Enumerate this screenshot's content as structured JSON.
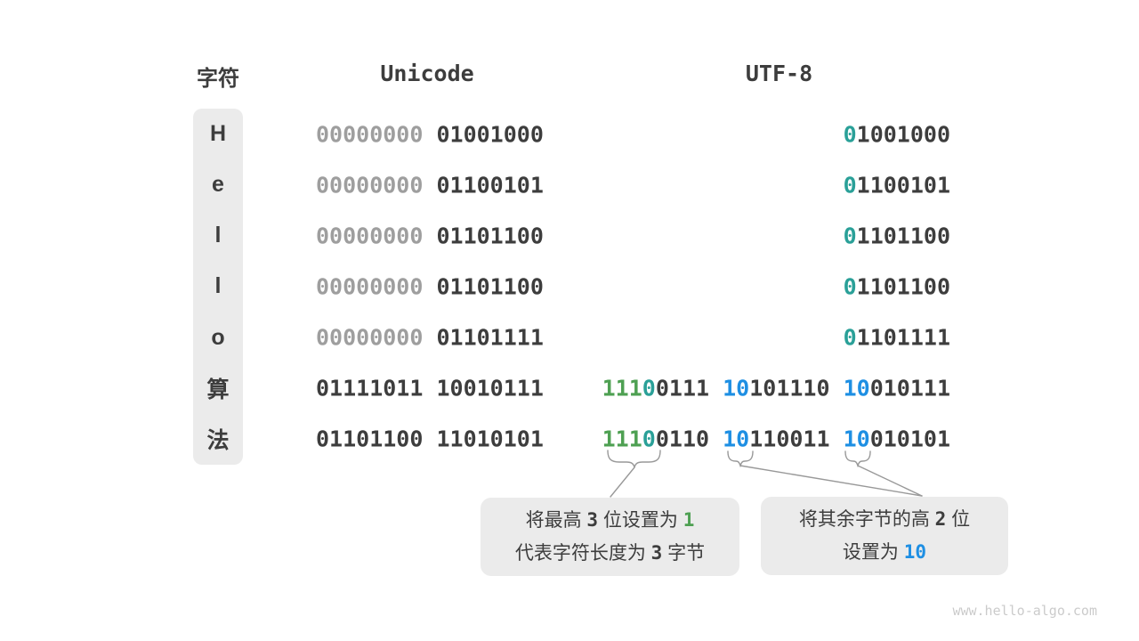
{
  "page": {
    "watermark": "www.hello-algo.com"
  },
  "colors": {
    "dark": "#3d3d3d",
    "gray": "#9e9e9e",
    "green": "#4ea052",
    "teal": "#2aa098",
    "blue": "#1e8fe3",
    "box_bg": "#ebebeb",
    "brace": "#999999"
  },
  "headers": {
    "char": "字符",
    "unicode": "Unicode",
    "utf8": "UTF-8"
  },
  "rows": [
    {
      "char": "H",
      "unicode": [
        {
          "t": "00000000",
          "c": "gray"
        },
        {
          "t": " 01001000"
        }
      ],
      "utf8": [
        {
          "t": "0",
          "c": "teal"
        },
        {
          "t": "1001000"
        }
      ]
    },
    {
      "char": "e",
      "unicode": [
        {
          "t": "00000000",
          "c": "gray"
        },
        {
          "t": " 01100101"
        }
      ],
      "utf8": [
        {
          "t": "0",
          "c": "teal"
        },
        {
          "t": "1100101"
        }
      ]
    },
    {
      "char": "l",
      "unicode": [
        {
          "t": "00000000",
          "c": "gray"
        },
        {
          "t": " 01101100"
        }
      ],
      "utf8": [
        {
          "t": "0",
          "c": "teal"
        },
        {
          "t": "1101100"
        }
      ]
    },
    {
      "char": "l",
      "unicode": [
        {
          "t": "00000000",
          "c": "gray"
        },
        {
          "t": " 01101100"
        }
      ],
      "utf8": [
        {
          "t": "0",
          "c": "teal"
        },
        {
          "t": "1101100"
        }
      ]
    },
    {
      "char": "o",
      "unicode": [
        {
          "t": "00000000",
          "c": "gray"
        },
        {
          "t": " 01101111"
        }
      ],
      "utf8": [
        {
          "t": "0",
          "c": "teal"
        },
        {
          "t": "1101111"
        }
      ]
    },
    {
      "char": "算",
      "unicode": [
        {
          "t": "01111011 10010111"
        }
      ],
      "utf8": [
        {
          "t": "111",
          "c": "green"
        },
        {
          "t": "0",
          "c": "teal"
        },
        {
          "t": "0111 "
        },
        {
          "t": "10",
          "c": "blue"
        },
        {
          "t": "101110 "
        },
        {
          "t": "10",
          "c": "blue"
        },
        {
          "t": "010111"
        }
      ]
    },
    {
      "char": "法",
      "unicode": [
        {
          "t": "01101100 11010101"
        }
      ],
      "utf8": [
        {
          "t": "111",
          "c": "green"
        },
        {
          "t": "0",
          "c": "teal"
        },
        {
          "t": "0110 "
        },
        {
          "t": "10",
          "c": "blue"
        },
        {
          "t": "110011 "
        },
        {
          "t": "10",
          "c": "blue"
        },
        {
          "t": "010101"
        }
      ]
    }
  ],
  "callouts": [
    {
      "lines": [
        [
          {
            "t": "将最高 "
          },
          {
            "t": "3",
            "mono": true
          },
          {
            "t": " 位设置为 "
          },
          {
            "t": "1",
            "mono": true,
            "c": "green"
          }
        ],
        [
          {
            "t": "代表字符长度为 "
          },
          {
            "t": "3",
            "mono": true
          },
          {
            "t": " 字节"
          }
        ]
      ]
    },
    {
      "lines": [
        [
          {
            "t": "将其余字节的高 "
          },
          {
            "t": "2",
            "mono": true
          },
          {
            "t": " 位"
          }
        ],
        [
          {
            "t": "设置为 "
          },
          {
            "t": "10",
            "mono": true,
            "c": "blue"
          }
        ]
      ]
    }
  ]
}
